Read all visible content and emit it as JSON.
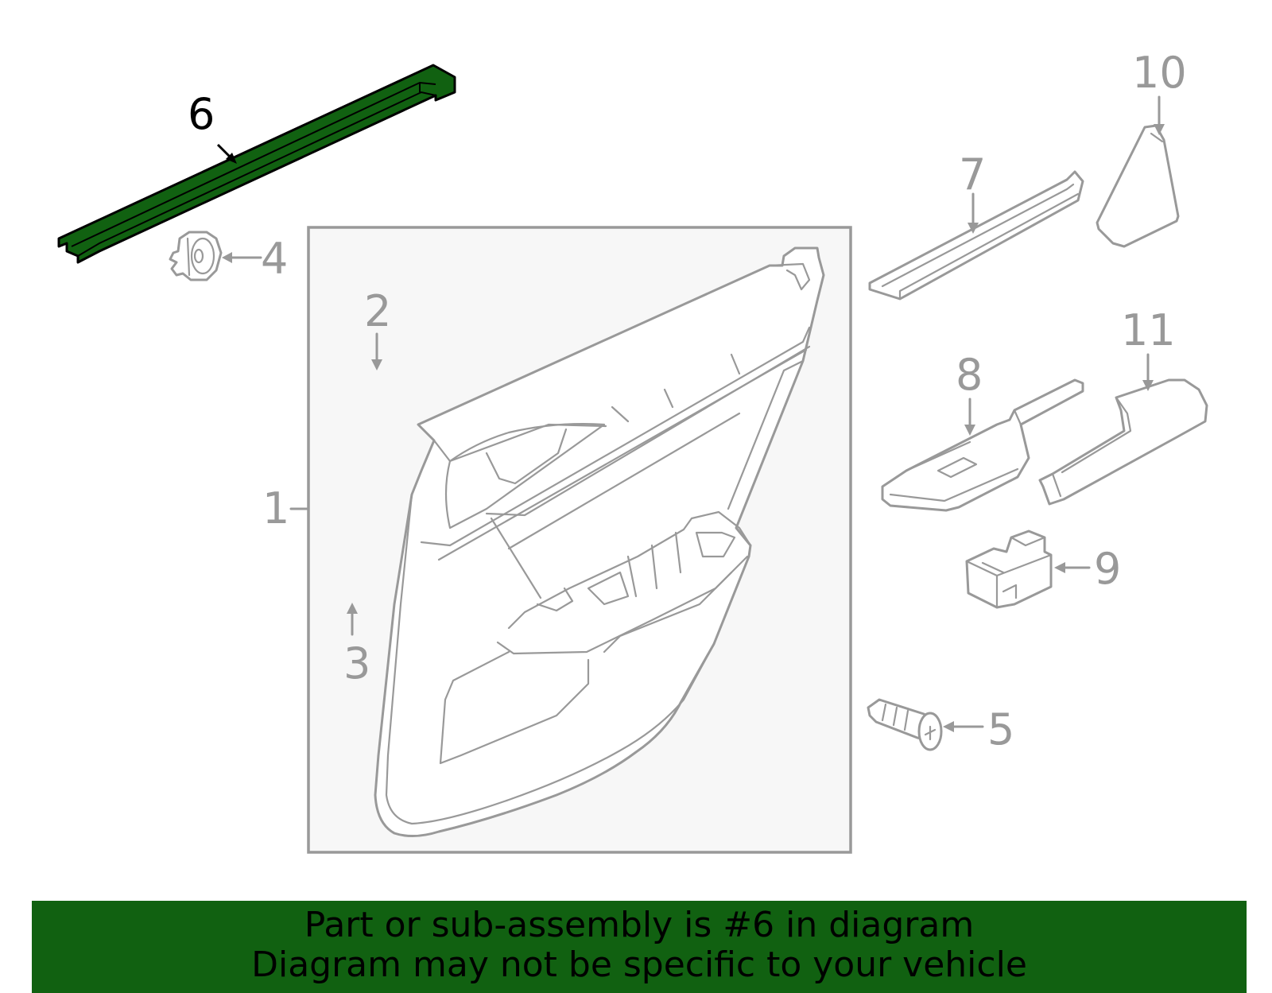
{
  "diagram": {
    "highlight_color": "#116111",
    "line_color": "#999999",
    "highlighted_part": "6",
    "callouts": [
      {
        "id": "1",
        "label": "1"
      },
      {
        "id": "2",
        "label": "2"
      },
      {
        "id": "3",
        "label": "3"
      },
      {
        "id": "4",
        "label": "4"
      },
      {
        "id": "5",
        "label": "5"
      },
      {
        "id": "6",
        "label": "6"
      },
      {
        "id": "7",
        "label": "7"
      },
      {
        "id": "8",
        "label": "8"
      },
      {
        "id": "9",
        "label": "9"
      },
      {
        "id": "10",
        "label": "10"
      },
      {
        "id": "11",
        "label": "11"
      }
    ]
  },
  "banner": {
    "background": "#116111",
    "line1": "Part or sub-assembly is #6 in diagram",
    "line2": "Diagram may not be specific to your vehicle"
  }
}
